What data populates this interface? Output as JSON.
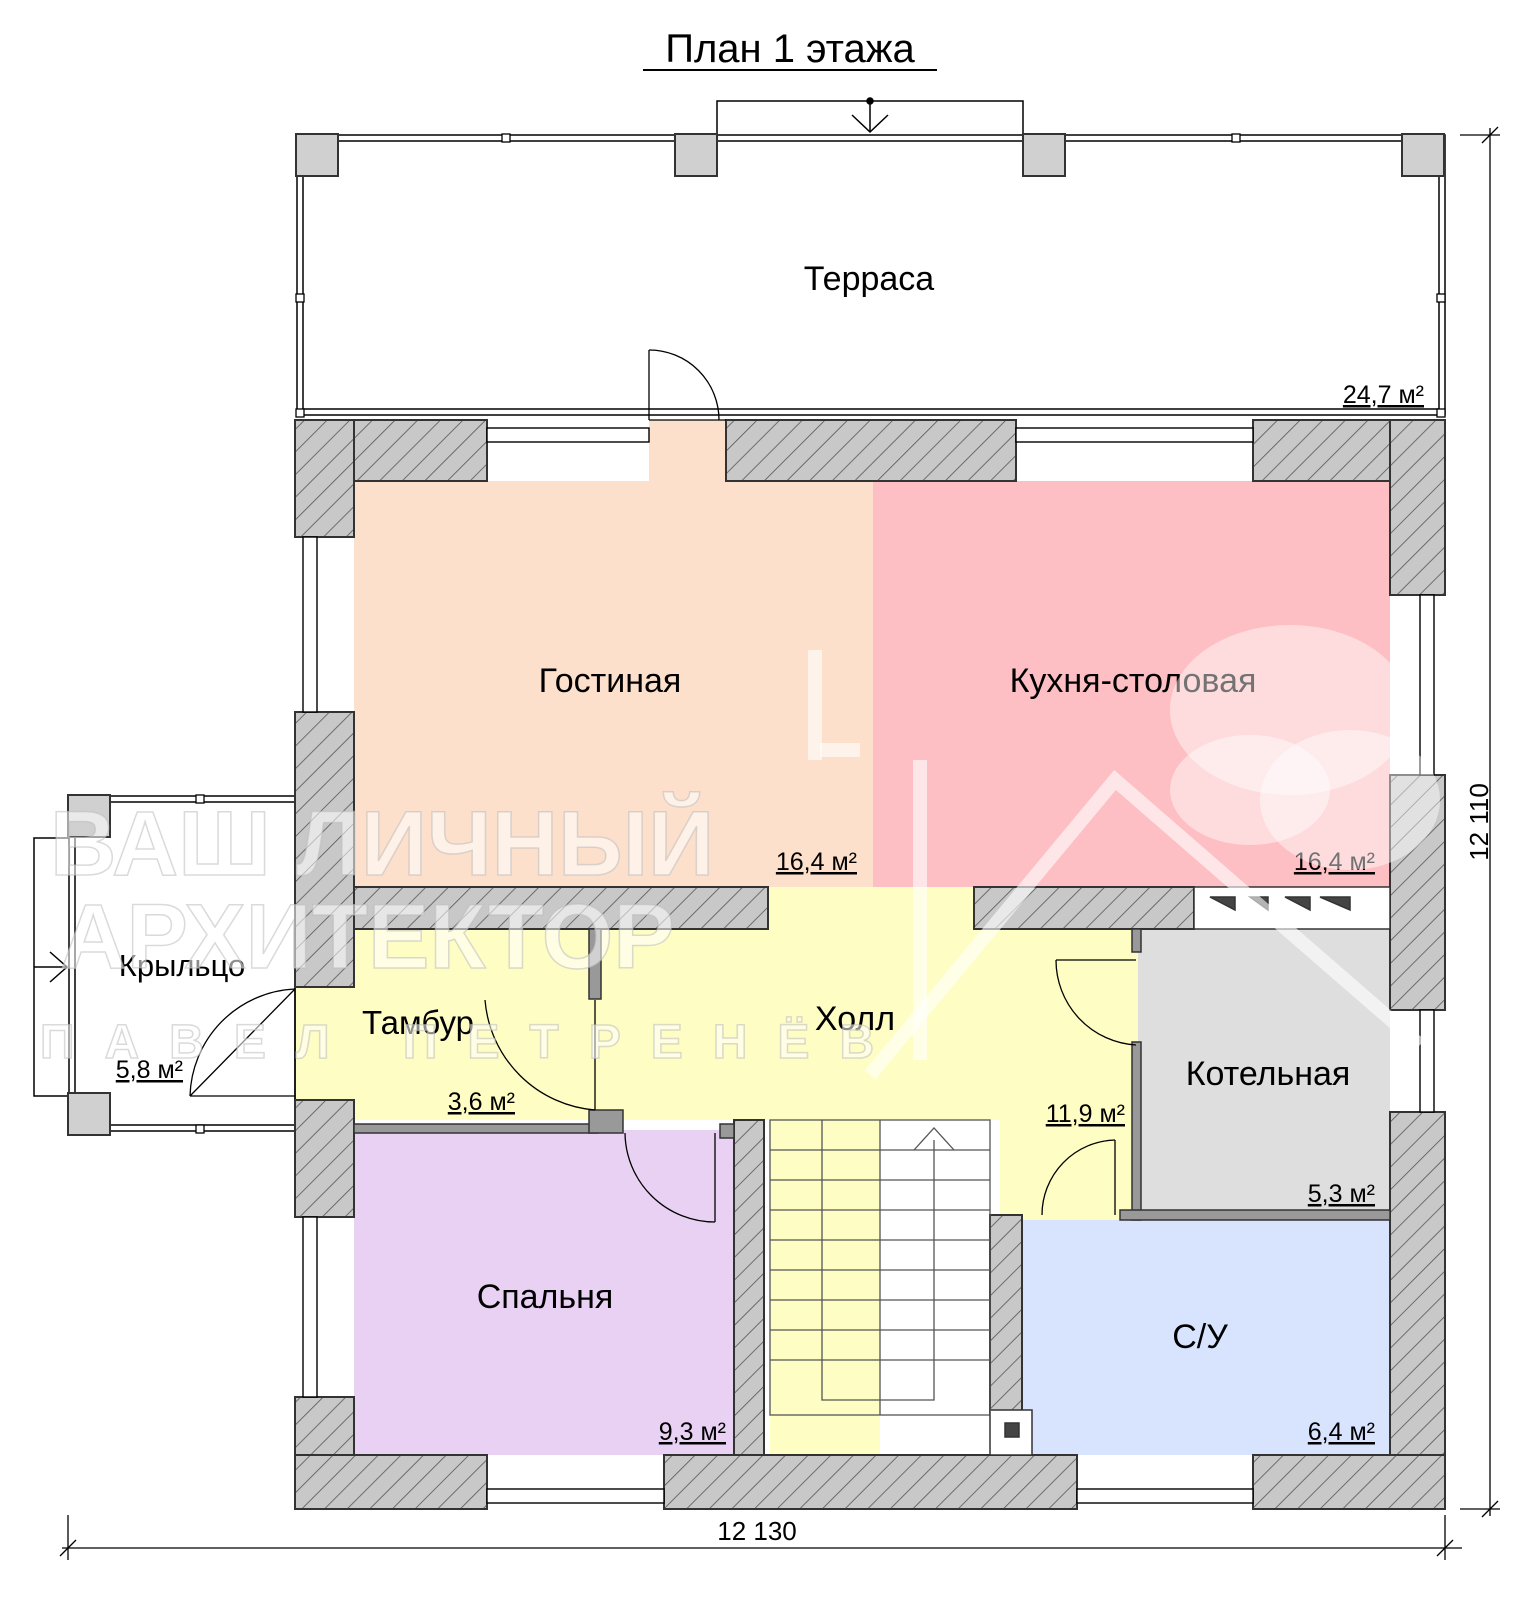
{
  "title": "План 1 этажа",
  "rooms": [
    {
      "name": "Терраса",
      "area": "24,7 м²"
    },
    {
      "name": "Гостиная",
      "area": "16,4 м²"
    },
    {
      "name": "Кухня-столовая",
      "area": "16,4 м²"
    },
    {
      "name": "Крыльцо",
      "area": "5,8 м²"
    },
    {
      "name": "Тамбур",
      "area": "3,6 м²"
    },
    {
      "name": "Холл",
      "area": "11,9 м²"
    },
    {
      "name": "Котельная",
      "area": "5,3 м²"
    },
    {
      "name": "Спальня",
      "area": "9,3 м²"
    },
    {
      "name": "С/У",
      "area": "6,4 м²"
    }
  ],
  "dimensions": {
    "width": "12 130",
    "height": "12 110"
  },
  "watermark": {
    "line1": "ВАШ ЛИЧНЫЙ",
    "line2": "АРХИТЕКТОР",
    "line3": "ПАВЕЛ ПЕТРЕНЁВ"
  },
  "colors": {
    "living": "#fde0cc",
    "kitchen": "#fdbfc3",
    "hall": "#fefdc3",
    "bedroom": "#e8d1f3",
    "bath": "#d8e3fd",
    "boiler": "#dedede",
    "wall": "#c8c8c8",
    "hatch": "#555555"
  }
}
